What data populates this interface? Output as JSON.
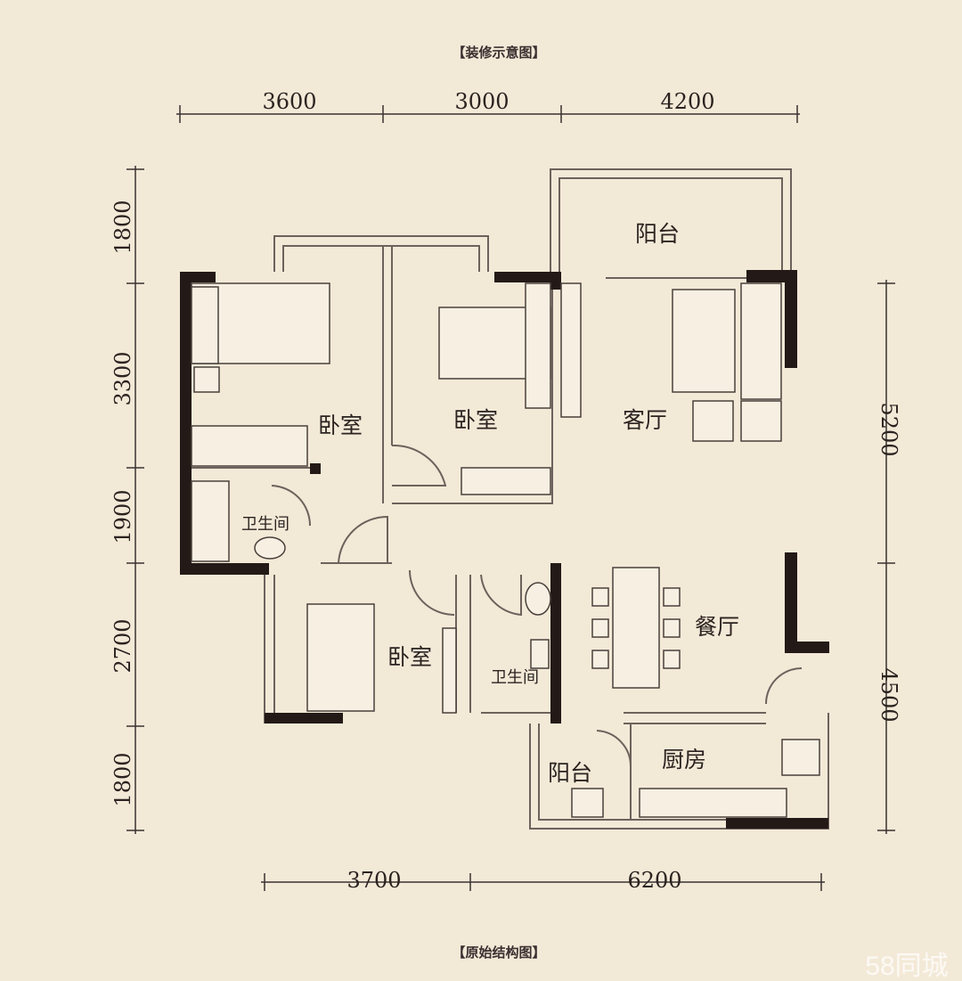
{
  "captions": {
    "top": "【装修示意图】",
    "bottom": "【原始结构图】"
  },
  "watermark": "58同城",
  "dimensions": {
    "top": [
      "3600",
      "3000",
      "4200"
    ],
    "left": [
      "1800",
      "3300",
      "1900",
      "2700",
      "1800"
    ],
    "right": [
      "5200",
      "4500"
    ],
    "bottom": [
      "3700",
      "6200"
    ]
  },
  "rooms": {
    "balcony_top": "阳台",
    "bedroom_left": "卧室",
    "bedroom_middle": "卧室",
    "living_room": "客厅",
    "bathroom_left": "卫生间",
    "dining_room": "餐厅",
    "bedroom_bottom": "卧室",
    "bathroom_bottom": "卫生间",
    "kitchen": "厨房",
    "balcony_bottom": "阳台"
  }
}
